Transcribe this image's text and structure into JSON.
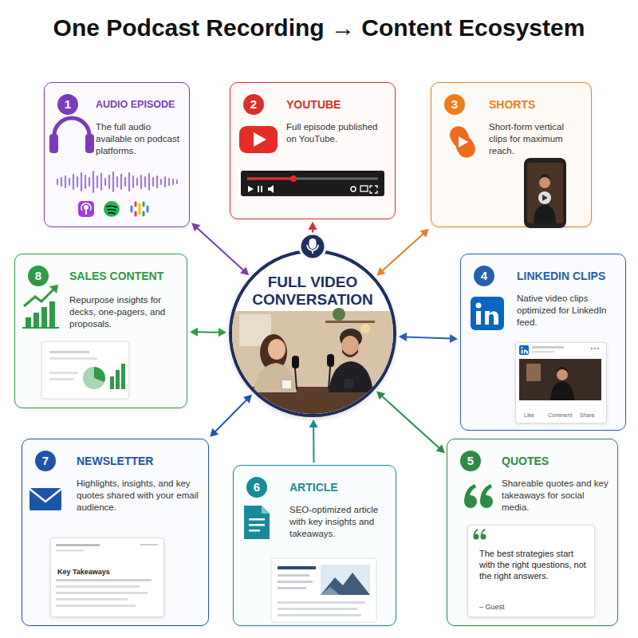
{
  "diagram": {
    "title": "One Podcast Recording → Content Ecosystem",
    "nodes": [
      {
        "text": [
          "1",
          "AUDIO EPISODE",
          "The full audio available on podcast platforms."
        ]
      },
      {
        "text": [
          "2",
          "YOUTUBE",
          "Full episode published on YouTube."
        ]
      },
      {
        "text": [
          "3",
          "SHORTS",
          "Short-form vertical clips for maximum reach."
        ]
      },
      {
        "text": [
          "8",
          "SALES CONTENT",
          "Repurpose insights for decks, one-pagers, and proposals."
        ]
      },
      {
        "text": [
          "FULL VIDEO CONVERSATION"
        ]
      },
      {
        "text": [
          "4",
          "LINKEDIN CLIPS",
          "Native video clips optimized for LinkedIn feed."
        ]
      },
      {
        "text": [
          "Like",
          "Comment",
          "Share"
        ],
        "in": 5
      },
      {
        "text": [
          "7",
          "NEWSLETTER",
          "Highlights, insights, and key quotes shared with your email audience."
        ]
      },
      {
        "text": [
          "Key Takeaways"
        ],
        "in": 7
      },
      {
        "text": [
          "6",
          "ARTICLE",
          "SEO-optimized article with key insights and takeaways."
        ]
      },
      {
        "text": [
          "5",
          "QUOTES",
          "Shareable quotes and key takeaways for social media."
        ]
      },
      {
        "text": [
          "The best strategies start with the right questions, not the right answers.",
          "– Guest"
        ],
        "in": 10
      }
    ],
    "edges": [
      {
        "from": 4,
        "to": 0,
        "arrow": "both"
      },
      {
        "from": 4,
        "to": 1,
        "arrow": "to"
      },
      {
        "from": 4,
        "to": 2,
        "arrow": "both"
      },
      {
        "from": 4,
        "to": 5,
        "arrow": "both"
      },
      {
        "from": 4,
        "to": 10,
        "arrow": "both"
      },
      {
        "from": 9,
        "to": 4,
        "arrow": "to"
      },
      {
        "from": 4,
        "to": 7,
        "arrow": "both"
      },
      {
        "from": 4,
        "to": 3,
        "arrow": "both"
      }
    ]
  }
}
